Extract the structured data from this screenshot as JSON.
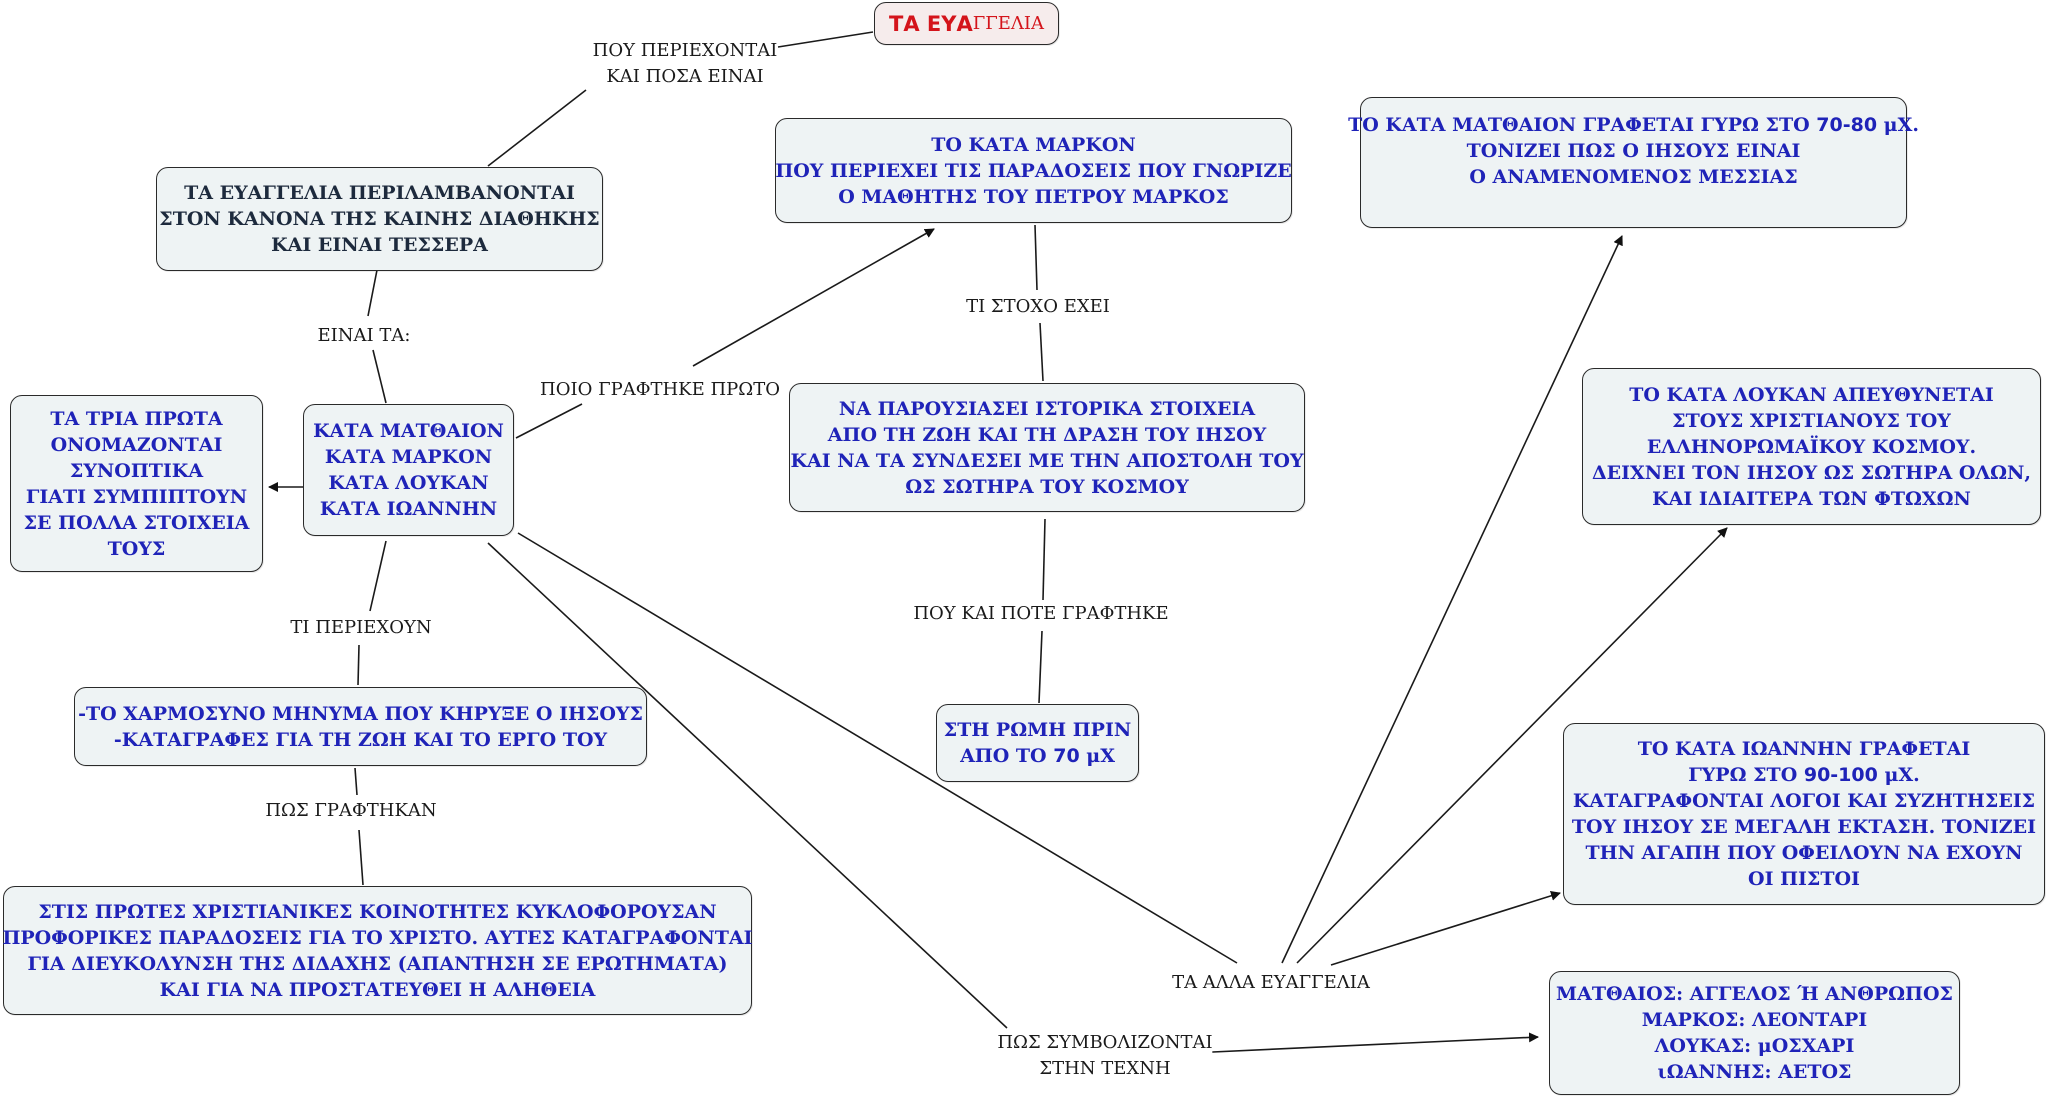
{
  "title": {
    "part1": "ΤΑ ΕΥΑ",
    "part2": "ΓΓΕΛΙΑ"
  },
  "labels": {
    "where_contained": [
      "ΠΟΥ ΠΕΡΙΕΧΟΝΤΑΙ",
      "ΚΑΙ ΠΟΣΑ ΕΙΝΑΙ"
    ],
    "they_are": "ΕΙΝΑΙ ΤΑ:",
    "which_first": "ΠΟΙΟ ΓΡΑΦΤΗΚΕ ΠΡΩΤΟ",
    "what_goal": "ΤΙ ΣΤΟΧΟ ΕΧΕΙ",
    "where_when": "ΠΟΥ ΚΑΙ ΠΟΤΕ ΓΡΑΦΤΗΚΕ",
    "what_contain": "ΤΙ ΠΕΡΙΕΧΟΥΝ",
    "how_written": "ΠΩΣ ΓΡΑΦΤΗΚΑΝ",
    "other_gospels": "ΤΑ ΑΛΛΑ ΕΥΑΓΓΕΛΙΑ",
    "how_symbolized": [
      "ΠΩΣ ΣΥΜΒΟΛΙΖΟΝΤΑΙ",
      "ΣΤΗΝ ΤΕΧΝΗ"
    ]
  },
  "nodes": {
    "canon": [
      "ΤΑ ΕΥΑΓΓΕΛΙΑ ΠΕΡΙΛΑΜΒΑΝΟΝΤΑΙ",
      "ΣΤΟΝ ΚΑΝΟΝΑ ΤΗΣ ΚΑΙΝΗΣ ΔΙΑΘΗΚΗΣ",
      "ΚΑΙ ΕΙΝΑΙ ΤΕΣΣΕΡΑ"
    ],
    "four": [
      "ΚΑΤΑ ΜΑΤΘΑΙΟΝ",
      "ΚΑΤΑ ΜΑΡΚΟΝ",
      "ΚΑΤΑ ΛΟΥΚΑΝ",
      "ΚΑΤΑ ΙΩΑΝΝΗΝ"
    ],
    "synoptic": [
      "ΤΑ ΤΡΙΑ ΠΡΩΤΑ",
      "ΟΝΟΜΑΖΟΝΤΑΙ",
      "ΣΥΝΟΠΤΙΚΑ",
      "ΓΙΑΤΙ ΣΥΜΠΙΠΤΟΥΝ",
      "ΣΕ ΠΟΛΛΑ ΣΤΟΙΧΕΙΑ",
      "ΤΟΥΣ"
    ],
    "mark": [
      "ΤΟ ΚΑΤΑ ΜΑΡΚΟΝ",
      "ΠΟΥ ΠΕΡΙΕΧΕΙ ΤΙΣ ΠΑΡΑΔΟΣΕΙΣ ΠΟΥ ΓΝΩΡΙΖΕ",
      "Ο ΜΑΘΗΤΗΣ ΤΟΥ ΠΕΤΡΟΥ ΜΑΡΚΟΣ"
    ],
    "goal": [
      "ΝΑ ΠΑΡΟΥΣΙΑΣΕΙ ΙΣΤΟΡΙΚΑ ΣΤΟΙΧΕΙΑ",
      "ΑΠΟ ΤΗ ΖΩΗ ΚΑΙ ΤΗ ΔΡΑΣΗ ΤΟΥ ΙΗΣΟΥ",
      "ΚΑΙ ΝΑ ΤΑ ΣΥΝΔΕΣΕΙ ΜΕ ΤΗΝ ΑΠΟΣΤΟΛΗ ΤΟΥ",
      "ΩΣ ΣΩΤΗΡΑ ΤΟΥ ΚΟΣΜΟΥ"
    ],
    "rome": {
      "line1": "ΣΤΗ ΡΩΜΗ ΠΡΙΝ",
      "line2_a": "ΑΠΟ ΤΟ ",
      "line2_num": "70",
      "line2_b": " μΧ"
    },
    "contents": [
      "-ΤΟ ΧΑΡΜΟΣΥΝΟ ΜΗΝΥΜΑ ΠΟΥ ΚΗΡΥΞΕ Ο ΙΗΣΟΥΣ",
      "-ΚΑΤΑΓΡΑΦΕΣ ΓΙΑ ΤΗ ΖΩΗ ΚΑΙ ΤΟ ΕΡΓΟ ΤΟΥ"
    ],
    "oral": [
      "ΣΤΙΣ ΠΡΩΤΕΣ ΧΡΙΣΤΙΑΝΙΚΕΣ ΚΟΙΝΟΤΗΤΕΣ ΚΥΚΛΟΦΟΡΟΥΣΑΝ",
      "ΠΡΟΦΟΡΙΚΕΣ ΠΑΡΑΔΟΣΕΙΣ ΓΙΑ ΤΟ ΧΡΙΣΤΟ. ΑΥΤΕΣ ΚΑΤΑΓΡΑΦΟΝΤΑΙ",
      "ΓΙΑ ΔΙΕΥΚΟΛΥΝΣΗ ΤΗΣ ΔΙΔΑΧΗΣ (ΑΠΑΝΤΗΣΗ ΣΕ ΕΡΩΤΗΜΑΤΑ)",
      "ΚΑΙ ΓΙΑ ΝΑ ΠΡΟΣΤΑΤΕΥΘΕΙ Η ΑΛΗΘΕΙΑ"
    ],
    "matthew": {
      "l1a": "ΤΟ ΚΑΤΑ ΜΑΤΘΑΙΟΝ ΓΡΑΦΕΤΑΙ ΓΥΡΩ ΣΤΟ ",
      "l1num": "70-80",
      "l1b": " μΧ.",
      "l2": "ΤΟΝΙΖΕΙ ΠΩΣ Ο ΙΗΣΟΥΣ ΕΙΝΑΙ",
      "l3": "Ο ΑΝΑΜΕΝΟΜΕΝΟΣ ΜΕΣΣΙΑΣ"
    },
    "luke": [
      "ΤΟ ΚΑΤΑ ΛΟΥΚΑΝ ΑΠΕΥΘΥΝΕΤΑΙ",
      "ΣΤΟΥΣ ΧΡΙΣΤΙΑΝΟΥΣ ΤΟΥ",
      "ΕΛΛΗΝΟΡΩΜΑΪΚΟΥ ΚΟΣΜΟΥ.",
      "ΔΕΙΧΝΕΙ ΤΟΝ ΙΗΣΟΥ ΩΣ ΣΩΤΗΡΑ ΟΛΩΝ,",
      "ΚΑΙ ΙΔΙΑΙΤΕΡΑ ΤΩΝ ΦΤΩΧΩΝ"
    ],
    "john": {
      "l1": "ΤΟ ΚΑΤΑ ΙΩΑΝΝΗΝ ΓΡΑΦΕΤΑΙ",
      "l2a": "ΓΥΡΩ ΣΤΟ ",
      "l2num": "90-100",
      "l2b": " μΧ.",
      "l3": "ΚΑΤΑΓΡΑΦΟΝΤΑΙ ΛΟΓΟΙ ΚΑΙ ΣΥΖΗΤΗΣΕΙΣ",
      "l4": "ΤΟΥ ΙΗΣΟΥ ΣΕ ΜΕΓΑΛΗ ΕΚΤΑΣΗ. ΤΟΝΙΖΕΙ",
      "l5": "ΤΗΝ ΑΓΑΠΗ ΠΟΥ ΟΦΕΙΛΟΥΝ ΝΑ ΕΧΟΥΝ",
      "l6": "ΟΙ ΠΙΣΤΟΙ"
    },
    "symbols": [
      "ΜΑΤΘΑΙΟΣ: ΑΓΓΕΛΟΣ Ή ΑΝΘΡΩΠΟΣ",
      "ΜΑΡΚΟΣ: ΛΕΟΝΤΑΡΙ",
      "ΛΟΥΚΑΣ: μΟΣΧΑΡΙ",
      "ιΩΑΝΝΗΣ: ΑΕΤΟΣ"
    ]
  },
  "colors": {
    "node_text": "#1f23b8",
    "title_text": "#d4141b",
    "node_bg": "#eef3f4",
    "line": "#1a1a1a"
  }
}
